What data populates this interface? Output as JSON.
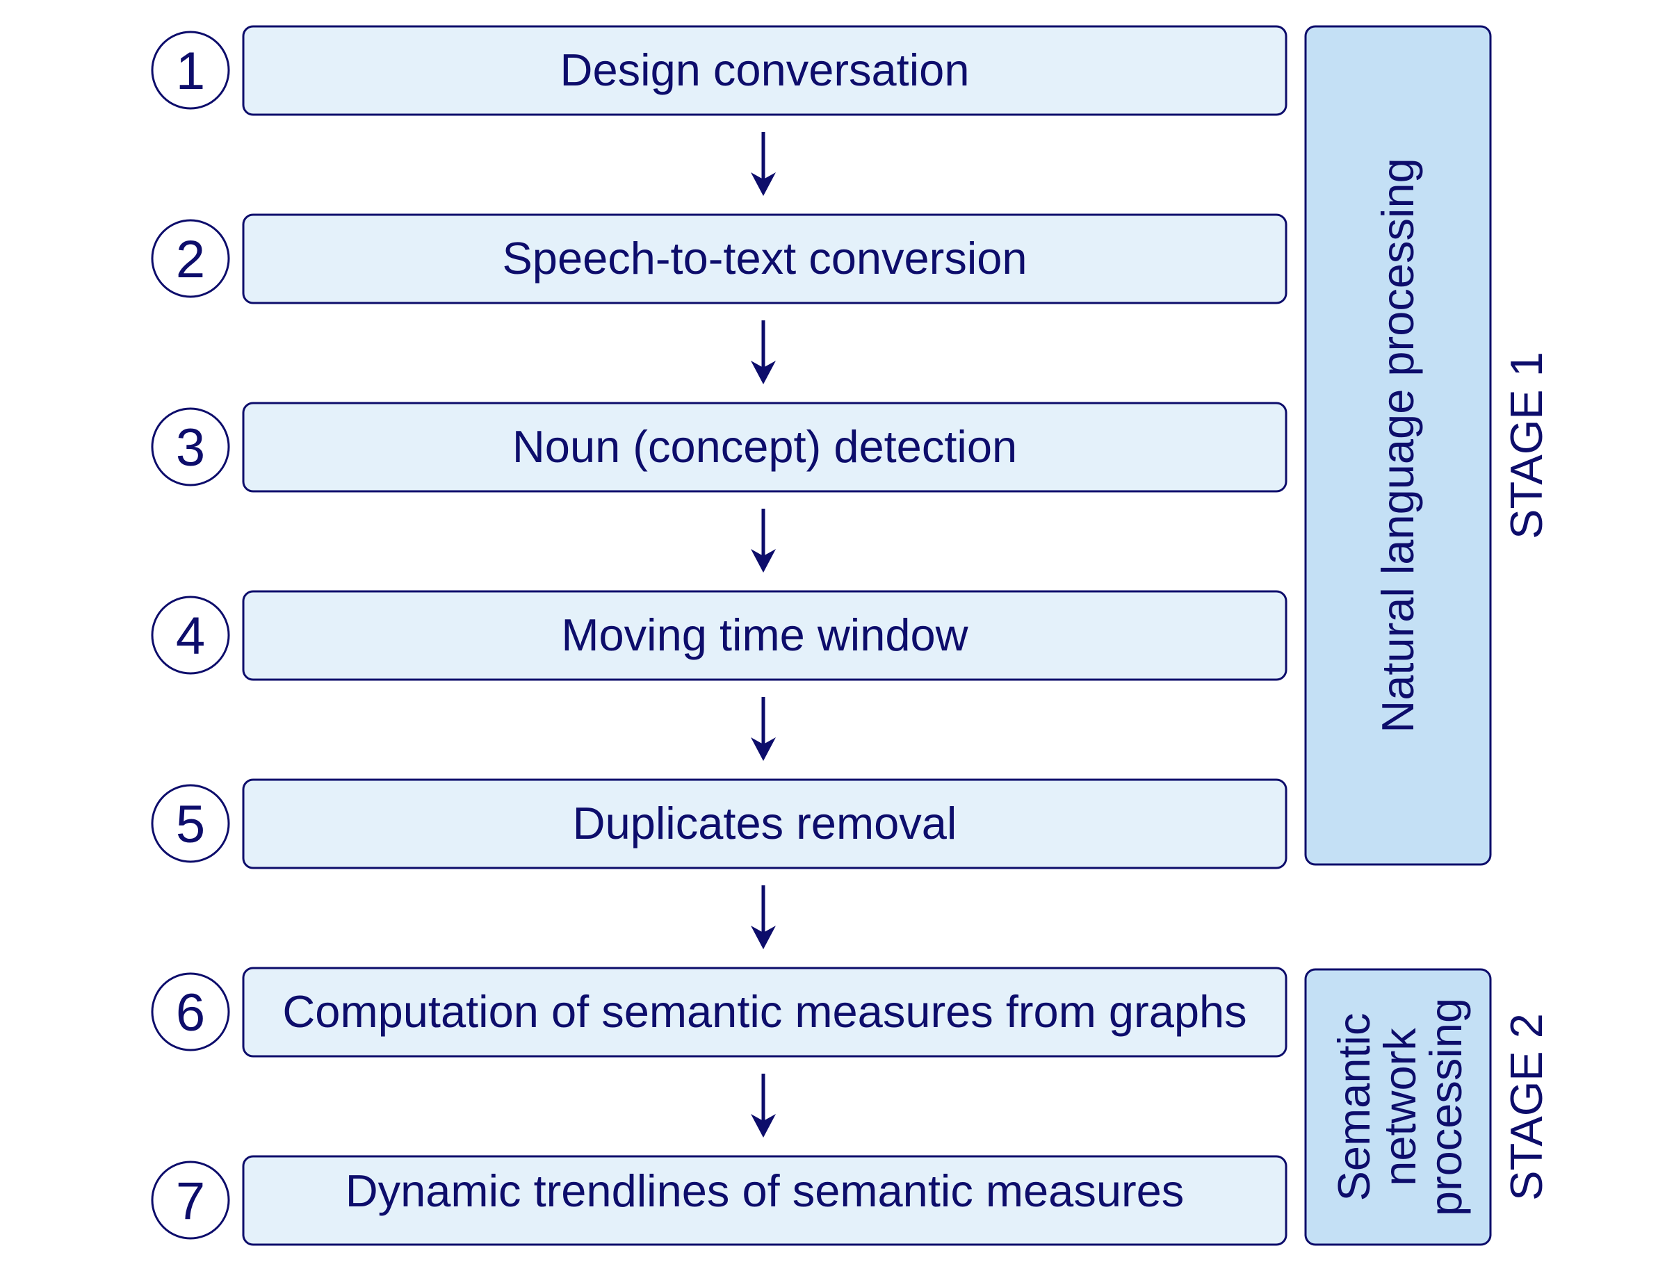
{
  "steps": [
    {
      "number": "1",
      "label": "Design conversation"
    },
    {
      "number": "2",
      "label": "Speech-to-text conversion"
    },
    {
      "number": "3",
      "label": "Noun (concept) detection"
    },
    {
      "number": "4",
      "label": "Moving time window"
    },
    {
      "number": "5",
      "label": "Duplicates removal"
    },
    {
      "number": "6",
      "label": "Computation of semantic measures from graphs"
    },
    {
      "number": "7",
      "label": "Dynamic trendlines of semantic measures"
    }
  ],
  "groups": {
    "nlp": {
      "label": "Natural language processing",
      "stage": "STAGE 1"
    },
    "semantic": {
      "label_lines": [
        "Semantic",
        "network",
        "processing"
      ],
      "stage": "STAGE 2"
    }
  },
  "colors": {
    "ink": "#0d0d6b",
    "step_fill": "#e4f1fa",
    "group_fill": "#c4e0f5",
    "background": "#ffffff"
  }
}
